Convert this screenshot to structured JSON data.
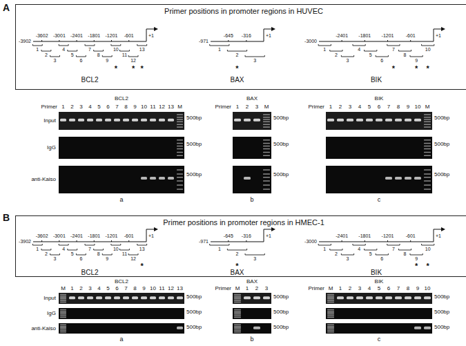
{
  "diagram": {
    "nodes": [
      {
        "text": [
          "Primer positions in promoter regions in HUVEC"
        ]
      },
      {
        "text": [
          "Primer positions in promoter regions in HMEC-1"
        ]
      }
    ],
    "labels": [
      "A",
      "-3902",
      "-3602",
      "-3001",
      "-2401",
      "-1801",
      "-1201",
      "-601",
      "+1",
      "1",
      "2",
      "3",
      "4",
      "5",
      "6",
      "7",
      "8",
      "9",
      "10",
      "11",
      "12",
      "13",
      "*",
      "*",
      "*",
      "BCL2",
      "-971",
      "-645",
      "-316",
      "+1",
      "1",
      "2",
      "3",
      "*",
      "BAX",
      "-3000",
      "-2401",
      "-1801",
      "-1201",
      "-601",
      "+1",
      "1",
      "2",
      "3",
      "4",
      "5",
      "6",
      "7",
      "8",
      "9",
      "10",
      "*",
      "*",
      "*",
      "BIK",
      "BCL2",
      "Primer",
      "1",
      "2",
      "3",
      "4",
      "5",
      "6",
      "7",
      "8",
      "9",
      "10",
      "11",
      "12",
      "13",
      "M",
      "Input",
      "IgG",
      "anti-Kaiso",
      "500bp",
      "500bp",
      "500bp",
      "a",
      "BAX",
      "Primer",
      "1",
      "2",
      "3",
      "M",
      "500bp",
      "500bp",
      "500bp",
      "b",
      "BIK",
      "Primer",
      "1",
      "2",
      "3",
      "4",
      "5",
      "6",
      "7",
      "8",
      "9",
      "10",
      "M",
      "500bp",
      "500bp",
      "500bp",
      "c",
      "B",
      "-3902",
      "-3602",
      "-3001",
      "-2401",
      "-1801",
      "-1201",
      "-601",
      "+1",
      "1",
      "2",
      "3",
      "4",
      "5",
      "6",
      "7",
      "8",
      "9",
      "10",
      "11",
      "12",
      "13",
      "*",
      "BCL2",
      "-971",
      "-645",
      "-316",
      "+1",
      "1",
      "2",
      "3",
      "*",
      "BAX",
      "-3000",
      "-2401",
      "-1801",
      "-1201",
      "-601",
      "+1",
      "1",
      "2",
      "3",
      "4",
      "5",
      "6",
      "7",
      "8",
      "9",
      "10",
      "*",
      "*",
      "BIK",
      "BCL2",
      "M",
      "1",
      "2",
      "3",
      "4",
      "5",
      "6",
      "7",
      "8",
      "9",
      "10",
      "11",
      "12",
      "13",
      "Input",
      "IgG",
      "anti-Kaiso",
      "500bp",
      "500bp",
      "500bp",
      "a",
      "BAX",
      "Primer",
      "M",
      "1",
      "2",
      "3",
      "500bp",
      "500bp",
      "500bp",
      "b",
      "BIK",
      "Primer",
      "M",
      "1",
      "2",
      "3",
      "4",
      "5",
      "6",
      "7",
      "8",
      "9",
      "10",
      "500bp",
      "500bp",
      "500bp",
      "c"
    ]
  }
}
